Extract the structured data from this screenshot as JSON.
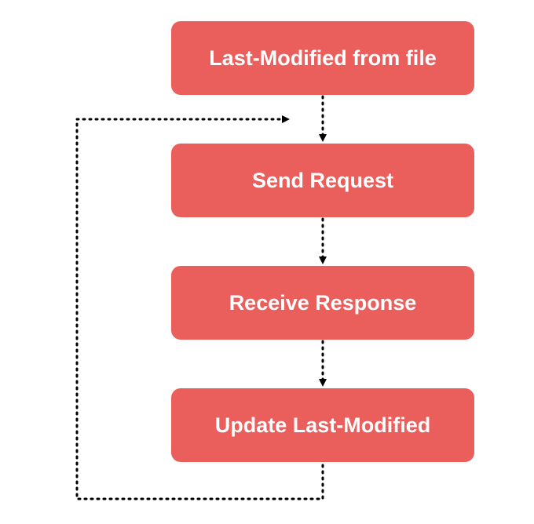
{
  "diagram": {
    "colors": {
      "node_fill": "#EA5E5C",
      "node_text": "#FFFFFF",
      "connector": "#000000"
    },
    "nodes": [
      {
        "label": "Last-Modified from file"
      },
      {
        "label": "Send Request"
      },
      {
        "label": "Receive Response"
      },
      {
        "label": "Update Last-Modified"
      }
    ],
    "edges": [
      {
        "from": "Last-Modified from file",
        "to": "Send Request",
        "style": "dotted"
      },
      {
        "from": "Send Request",
        "to": "Receive Response",
        "style": "dotted"
      },
      {
        "from": "Receive Response",
        "to": "Update Last-Modified",
        "style": "dotted"
      },
      {
        "from": "Update Last-Modified",
        "to": "Send Request",
        "style": "dotted",
        "loop": true
      }
    ]
  }
}
